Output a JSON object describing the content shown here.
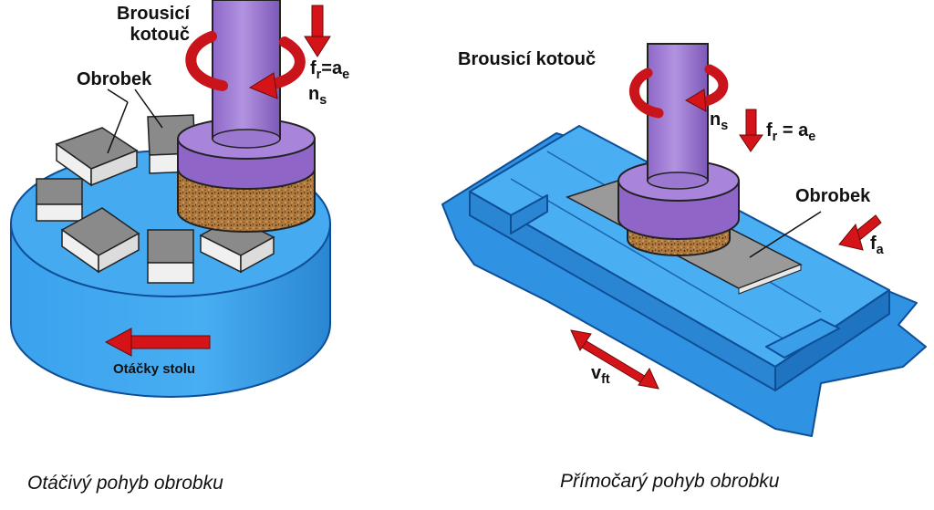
{
  "left": {
    "tool_label_line1": "Brousicí",
    "tool_label_line2": "kotouč",
    "workpiece_label": "Obrobek",
    "feed_f": "f",
    "feed_f_sub": "r",
    "feed_eq": "=a",
    "feed_eq_sub": "e",
    "speed_n": "n",
    "speed_n_sub": "s",
    "table_rotation_label": "Otáčky stolu",
    "caption": "Otáčivý pohyb obrobku"
  },
  "right": {
    "tool_label": "Brousicí kotouč",
    "speed_n": "n",
    "speed_n_sub": "s",
    "feed_f": "f",
    "feed_f_sub": "r",
    "feed_eq": " = a",
    "feed_eq_sub": "e",
    "workpiece_label": "Obrobek",
    "axial_f": "f",
    "axial_f_sub": "a",
    "table_v": "v",
    "table_v_sub": "ft",
    "caption": "Přímočarý pohyb obrobku"
  },
  "colors": {
    "table_blue": "#3a9ee8",
    "table_blue_dark": "#1f78c8",
    "spindle_purple": "#9a72d0",
    "wheel_brown": "#a8743c",
    "arrow_red": "#d41418",
    "workpiece_gray": "#8c8c8c"
  }
}
